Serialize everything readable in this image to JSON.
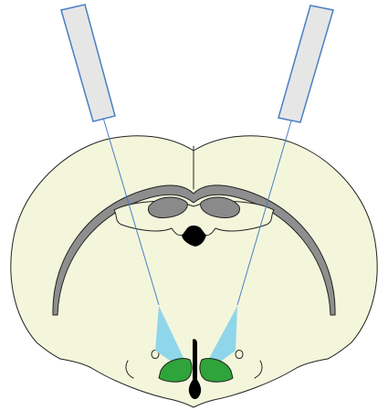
{
  "diagram": {
    "colors": {
      "background": "#ffffff",
      "brain_fill": "#f4f6dc",
      "outline": "#222222",
      "corpus_callosum": "#8e8e8e",
      "ventricle": "#8a8a8a",
      "third_ventricle": "#000000",
      "light_cone": "#8fd6ea",
      "target_region": "#2fa43a",
      "fiber_fill": "#e6e6e6",
      "fiber_stroke": "#4a7fc4"
    },
    "elements": [
      "brain-section",
      "corpus-callosum",
      "lateral-ventricle-left",
      "lateral-ventricle-right",
      "third-ventricle",
      "optical-fiber-left",
      "optical-fiber-right",
      "light-cone-left",
      "light-cone-right",
      "target-region-left",
      "target-region-right"
    ]
  }
}
